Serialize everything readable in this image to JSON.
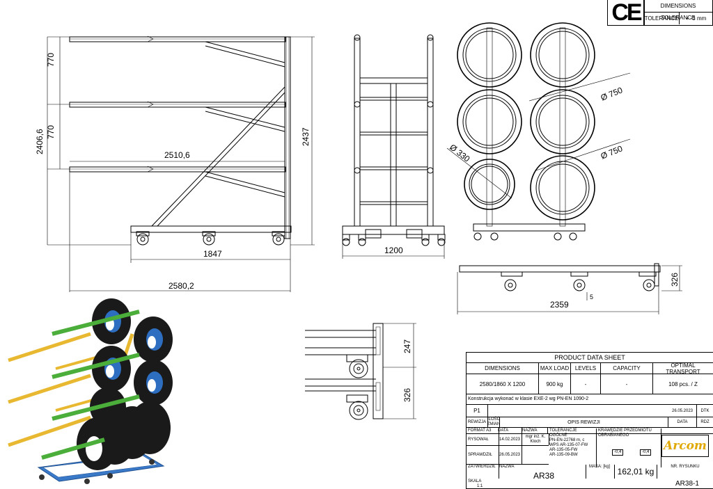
{
  "compliance": {
    "mark": "CE"
  },
  "tolerance": {
    "header": "DIMENSIONS TOLERANCE",
    "label": "TOLERANCE",
    "value": "+ -3 mm"
  },
  "dimensions": {
    "side_770_top": "770",
    "side_770_bottom": "770",
    "side_total_height": "2406,6",
    "side_right_height": "2437",
    "side_arm_length": "2510,6",
    "side_base_length": "1847",
    "side_total_length": "2580,2",
    "front_width": "1200",
    "tire_diam_large_1": "Ø 750",
    "tire_diam_large_2": "Ø 750",
    "tire_diam_small": "Ø 330",
    "bottom_length": "2359",
    "bottom_height": "326",
    "bottom_small": "5",
    "detail_247": "247",
    "detail_326": "326"
  },
  "product_sheet": {
    "title": "PRODUCT DATA SHEET",
    "headers": [
      "DIMENSIONS",
      "MAX LOAD",
      "LEVELS",
      "CAPACITY",
      "OPTIMAL TRANSPORT"
    ],
    "values": [
      "2580/1860 X 1200",
      "900 kg",
      "-",
      "-",
      "108 pcs. / Z"
    ],
    "note": "Konstrukcja wykonać w klasie EXE-2 wg PN-EN 1090-2"
  },
  "revision": {
    "code": "P1",
    "date": "26.05.2023",
    "date_label": "DTK",
    "col_rewizja": "REWIZJA",
    "col_ilosc": "ILOŚĆ ZMIAN",
    "col_opis": "OPIS REWIZJI",
    "col_data": "DATA",
    "col_rdz": "RDZ"
  },
  "title_block": {
    "format_label": "FORMAT A3",
    "data_label": "DATA",
    "nazwa_label": "NAZWA",
    "tol_label": "TOLERANCJE OGÓLNE",
    "tol_lines": [
      "PN-EN-22768 m, c",
      "WPS AR-135-07-FW",
      "AR-135-05-FW",
      "AR-135-09-BW"
    ],
    "krawedzie_label": "KRAWĘDZIE PRZEDMIOTU OBRABIANEGO",
    "edge_a": "-0,4",
    "edge_b": "-0,4",
    "rysowal_label": "RYSOWAŁ",
    "rysowal_date": "14.02.2023",
    "rysowal_name": "mgr inż. K. Kloch",
    "sprawdzil_label": "SPRAWDZIŁ",
    "sprawdzil_date": "26.05.2023",
    "zatwierdzil_label": "ZATWIERDZIŁ",
    "nazwa_title": "NAZWA",
    "name_value": "AR38",
    "masa_label": "MASA: [kg]",
    "mass_value": "162,01 kg",
    "nr_label": "NR. RYSUNKU",
    "drawing_number": "AR38-1",
    "skala_label": "SKALA",
    "skala_value": "1:1"
  },
  "logo": {
    "text": "Arcom"
  },
  "colors": {
    "yellow": "#e8b830",
    "green": "#4cae3a",
    "blue": "#3a78c8",
    "tire": "#1a1a1a"
  }
}
